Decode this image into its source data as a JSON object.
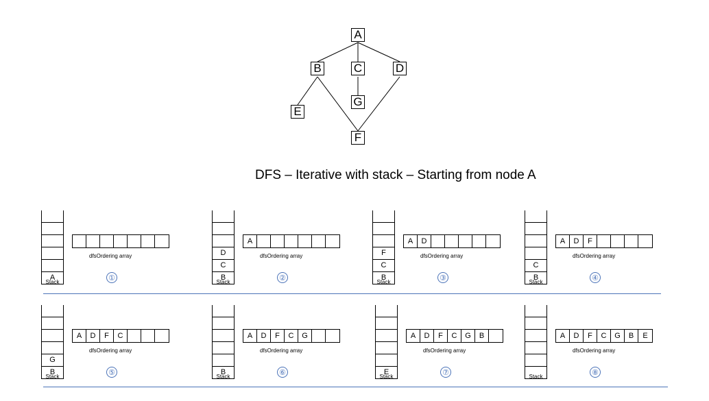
{
  "graph": {
    "nodes": {
      "A": "A",
      "B": "B",
      "C": "C",
      "D": "D",
      "E": "E",
      "F": "F",
      "G": "G"
    }
  },
  "title": "DFS – Iterative with stack – Starting from node A",
  "stack_label": "Stack",
  "array_label": "dfsOrdering array",
  "steps": [
    {
      "number": "①",
      "stack": [
        "",
        "",
        "",
        "",
        "A"
      ],
      "array": [
        "",
        "",
        "",
        "",
        "",
        "",
        ""
      ]
    },
    {
      "number": "②",
      "stack": [
        "",
        "",
        "D",
        "C",
        "B"
      ],
      "array": [
        "A",
        "",
        "",
        "",
        "",
        "",
        ""
      ]
    },
    {
      "number": "③",
      "stack": [
        "",
        "",
        "F",
        "C",
        "B"
      ],
      "array": [
        "A",
        "D",
        "",
        "",
        "",
        "",
        ""
      ]
    },
    {
      "number": "④",
      "stack": [
        "",
        "",
        "",
        "C",
        "B"
      ],
      "array": [
        "A",
        "D",
        "F",
        "",
        "",
        "",
        ""
      ]
    },
    {
      "number": "⑤",
      "stack": [
        "",
        "",
        "",
        "G",
        "B"
      ],
      "array": [
        "A",
        "D",
        "F",
        "C",
        "",
        "",
        ""
      ]
    },
    {
      "number": "⑥",
      "stack": [
        "",
        "",
        "",
        "",
        "B"
      ],
      "array": [
        "A",
        "D",
        "F",
        "C",
        "G",
        "",
        ""
      ]
    },
    {
      "number": "⑦",
      "stack": [
        "",
        "",
        "",
        "",
        "E"
      ],
      "array": [
        "A",
        "D",
        "F",
        "C",
        "G",
        "B",
        ""
      ]
    },
    {
      "number": "⑧",
      "stack": [
        "",
        "",
        "",
        "",
        ""
      ],
      "array": [
        "A",
        "D",
        "F",
        "C",
        "G",
        "B",
        "E"
      ]
    }
  ]
}
